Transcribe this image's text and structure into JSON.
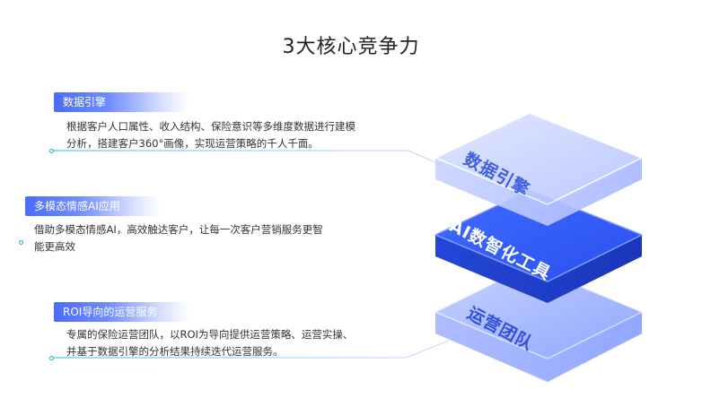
{
  "title": "3大核心竞争力",
  "items": [
    {
      "tag": "数据引擎",
      "lines": [
        "根据客户人口属性、收入结构、保险意识等多维度数据进行建模",
        "分析，搭建客户360°画像，实现运营策略的千人千面。"
      ]
    },
    {
      "tag": "多模态情感AI应用",
      "lines": [
        "借助多模态情感AI，高效触达客户，让每一次客户营销服务更智",
        "能更高效"
      ]
    },
    {
      "tag": "ROI导向的运营服务",
      "lines": [
        "专属的保险运营团队，以ROI为导向提供运营策略、运营实操、",
        "并基于数据引擎的分析结果持续迭代运营服务。"
      ]
    }
  ],
  "stack": {
    "top_label": "数据引擎",
    "middle_label": "AI数智化工具",
    "bottom_label": "运营团队"
  },
  "colors": {
    "accent": "#3d5cf5",
    "line": "#1bb3c9"
  }
}
